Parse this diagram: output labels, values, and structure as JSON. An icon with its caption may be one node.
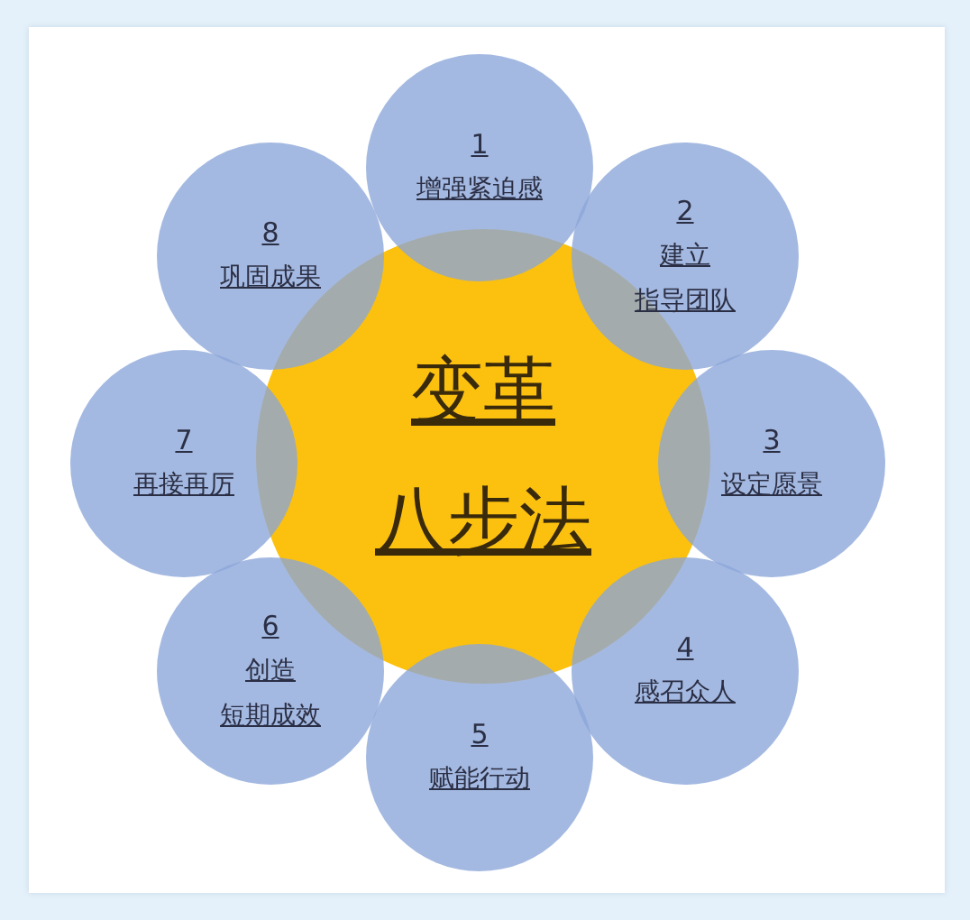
{
  "diagram": {
    "nodes": [
      {
        "text": [
          "变革",
          "八步法"
        ]
      },
      {
        "text": [
          "1",
          "增强紧迫感"
        ]
      },
      {
        "text": [
          "2",
          "建立",
          "指导团队"
        ]
      },
      {
        "text": [
          "3",
          "设定愿景"
        ]
      },
      {
        "text": [
          "4",
          "感召众人"
        ]
      },
      {
        "text": [
          "5",
          "赋能行动"
        ]
      },
      {
        "text": [
          "6",
          "创造",
          "短期成效"
        ]
      },
      {
        "text": [
          "7",
          "再接再厉"
        ]
      },
      {
        "text": [
          "8",
          "巩固成果"
        ]
      }
    ]
  }
}
